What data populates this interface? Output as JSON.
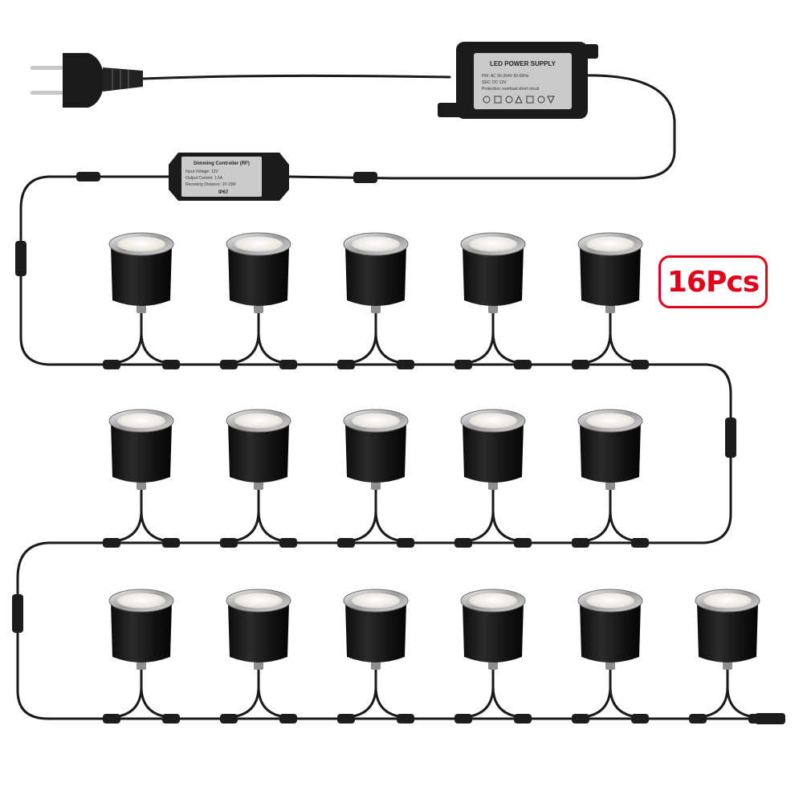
{
  "badge": {
    "label": "16Pcs",
    "color": "#e2001a"
  },
  "power_supply": {
    "title": "LED POWER SUPPLY",
    "spec_lines": [
      "PRI: AC 90-264V 50-60Hz",
      "SEC: DC 12V",
      "Protection: overload short circuit"
    ]
  },
  "controller": {
    "title": "Dimming Controller (RF)",
    "spec_lines": [
      "Input Voltage: 12V",
      "Output Current: 1.5A",
      "Receiving Distance: 10-15M"
    ],
    "rating": "IP67"
  },
  "lights": {
    "rows": [
      5,
      5,
      6
    ],
    "count": 16,
    "icon": "recessed-led-deck-light"
  },
  "colors": {
    "cable": "#1a1a1a",
    "housing": "#161616",
    "ring": "#c9c9c9",
    "lens": "#f2f0ec"
  }
}
